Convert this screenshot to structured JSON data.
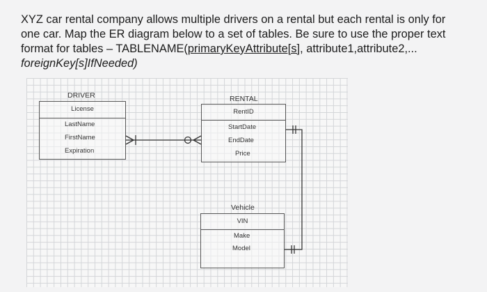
{
  "question": {
    "line1": "XYZ car rental company allows multiple drivers on a rental but each rental is only for",
    "line2": "one car.  Map the ER diagram below to a set of tables.  Be sure to use the proper text",
    "line3_prefix": "format for tables – TABLENAME(",
    "line3_underlined": "primaryKeyAttribute[s]",
    "line3_suffix": ", attribute1,attribute2,...",
    "line4": "foreignKey[s]IfNeeded)"
  },
  "diagram": {
    "driver": {
      "name": "DRIVER",
      "key": "License",
      "attributes": [
        "LastName",
        "FirstName",
        "Expiration"
      ]
    },
    "rental": {
      "name": "RENTAL",
      "key": "RentID",
      "attributes": [
        "StartDate",
        "EndDate",
        "Price"
      ]
    },
    "vehicle": {
      "name": "Vehicle",
      "key": "VIN",
      "attributes": [
        "Make",
        "Model"
      ]
    }
  }
}
